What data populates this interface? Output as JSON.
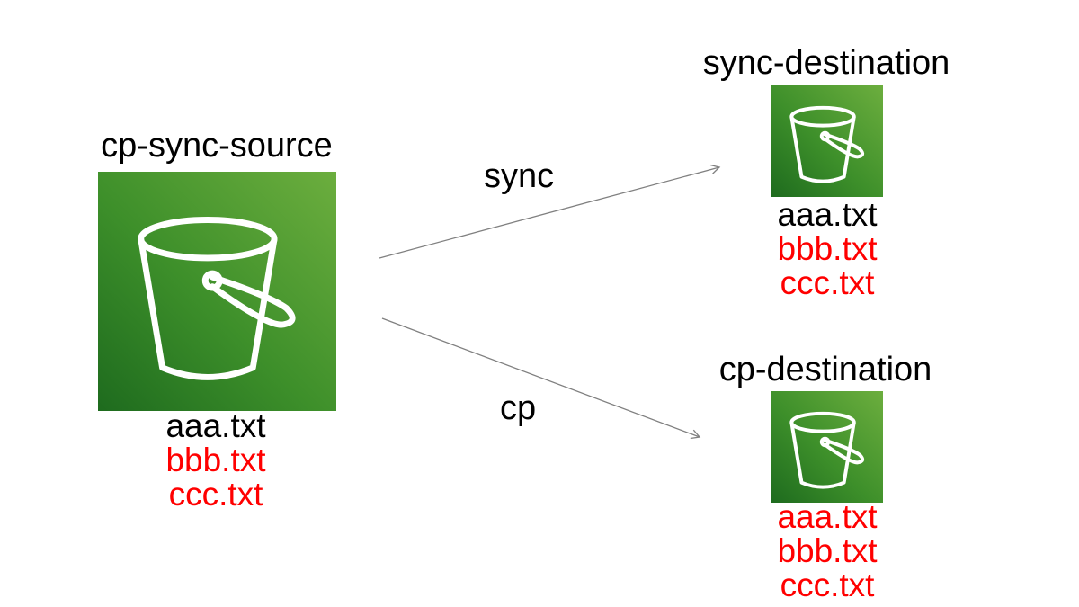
{
  "source": {
    "title": "cp-sync-source",
    "icon": "bucket-icon",
    "files": [
      {
        "name": "aaa.txt",
        "color": "#000000"
      },
      {
        "name": "bbb.txt",
        "color": "#ff0000"
      },
      {
        "name": "ccc.txt",
        "color": "#ff0000"
      }
    ]
  },
  "sync_destination": {
    "title": "sync-destination",
    "icon": "bucket-icon",
    "files": [
      {
        "name": "aaa.txt",
        "color": "#000000"
      },
      {
        "name": "bbb.txt",
        "color": "#ff0000"
      },
      {
        "name": "ccc.txt",
        "color": "#ff0000"
      }
    ]
  },
  "cp_destination": {
    "title": "cp-destination",
    "icon": "bucket-icon",
    "files": [
      {
        "name": "aaa.txt",
        "color": "#ff0000"
      },
      {
        "name": "bbb.txt",
        "color": "#ff0000"
      },
      {
        "name": "ccc.txt",
        "color": "#ff0000"
      }
    ]
  },
  "operations": {
    "sync_label": "sync",
    "cp_label": "cp"
  },
  "colors": {
    "bucket_green_dark": "#1e6b1e",
    "bucket_green_light": "#6cae3e",
    "highlight": "#ff0000",
    "arrow": "#808080"
  }
}
